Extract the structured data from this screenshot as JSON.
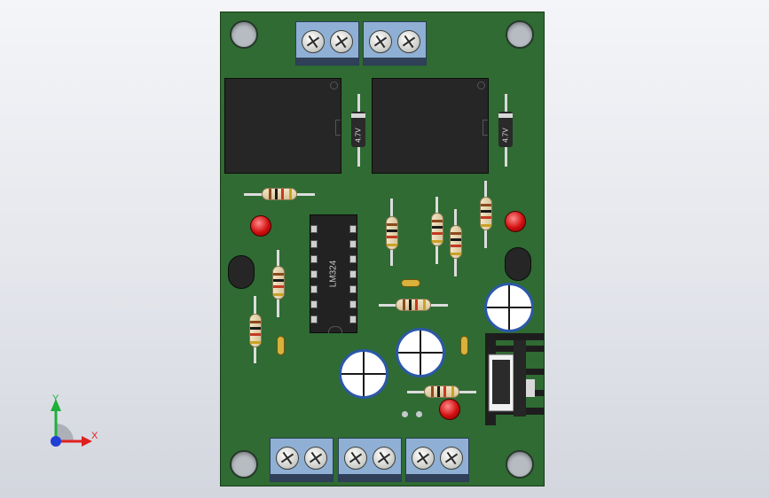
{
  "viewport": {
    "background_top": "#f4f5f8",
    "background_bottom": "#d3d6de"
  },
  "board": {
    "color": "#2f6b33",
    "ic_label": "LM324",
    "diode_label_left": "4.7V",
    "diode_label_right": "4.7V"
  },
  "triad": {
    "x_label": "X",
    "y_label": "Y",
    "x_color": "#e0201f",
    "y_color": "#1fb03a",
    "z_color": "#1f3fd6"
  }
}
